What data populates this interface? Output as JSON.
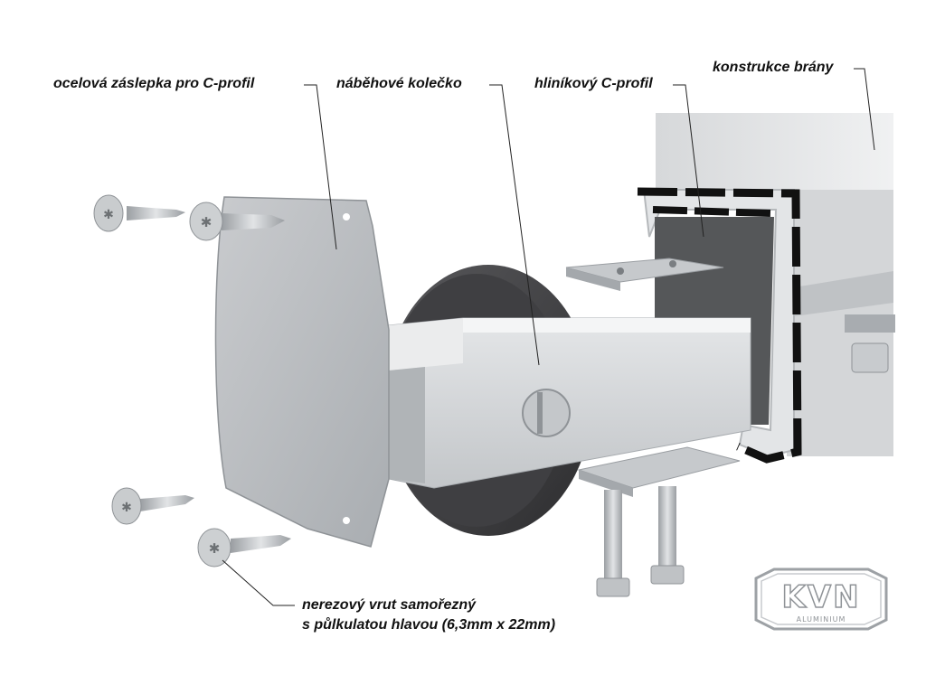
{
  "labels": {
    "end_cap": "ocelová záslepka pro C-profil",
    "guide_wheel": "náběhové kolečko",
    "c_profile": "hliníkový C-profil",
    "gate_structure": "konstrukce brány",
    "screw_line1": "nerezový vrut samořezný",
    "screw_line2": "s půlkulatou hlavou (6,3mm x 22mm)"
  },
  "logo": {
    "letters": "KVN",
    "subtitle": "ALUMINIUM"
  },
  "colors": {
    "metal_light": "#d9dbdd",
    "metal_mid": "#b8bbbe",
    "metal_dark": "#8f9397",
    "wheel": "#3c3c3e",
    "gasket": "#111111",
    "text": "#111111"
  }
}
